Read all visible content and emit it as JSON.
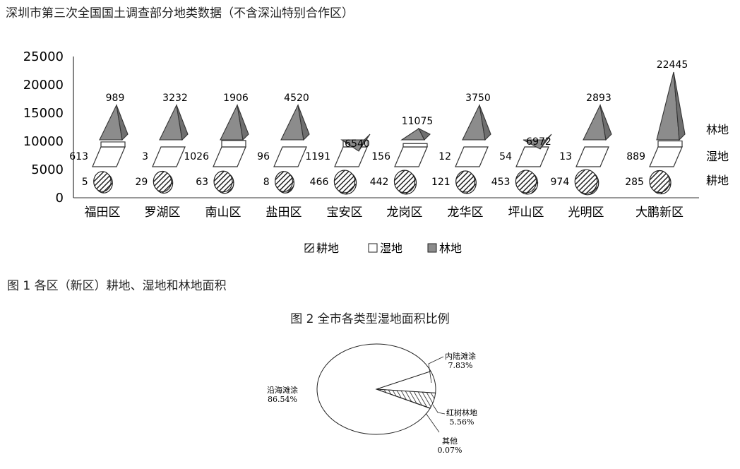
{
  "page": {
    "title": "深圳市第三次全国国土调查部分地类数据（不含深汕特别合作区）",
    "fig1_caption": "图 1  各区（新区）耕地、湿地和林地面积",
    "fig2_caption": "图 2 全市各类型湿地面积比例"
  },
  "colors": {
    "forest": "#8c8c8c",
    "wetland": "#ffffff",
    "cropland": "#222222",
    "stroke": "#333333"
  },
  "chart_data": [
    {
      "type": "bar",
      "title": "",
      "ylim": [
        0,
        25000
      ],
      "yticks": [
        "0",
        "5000",
        "10000",
        "15000",
        "20000",
        "25000"
      ],
      "categories": [
        "福田区",
        "罗湖区",
        "南山区",
        "盐田区",
        "宝安区",
        "龙岗区",
        "龙华区",
        "坪山区",
        "光明区",
        "大鹏新区"
      ],
      "row_labels": [
        "林地",
        "湿地",
        "耕地"
      ],
      "legend": [
        "耕地",
        "湿地",
        "林地"
      ],
      "legend_position": "bottom",
      "series": [
        {
          "name": "耕地",
          "values": [
            5,
            29,
            63,
            8,
            466,
            442,
            121,
            453,
            974,
            285
          ]
        },
        {
          "name": "湿地",
          "values": [
            613,
            3,
            1026,
            96,
            1191,
            156,
            12,
            54,
            13,
            889
          ]
        },
        {
          "name": "林地",
          "values": [
            989,
            3232,
            1906,
            4520,
            6540,
            11075,
            3750,
            6972,
            2893,
            22445
          ]
        }
      ],
      "value_labels": {
        "耕地": [
          "5",
          "29",
          "63",
          "8",
          "466",
          "442",
          "121",
          "453",
          "974",
          "285"
        ],
        "湿地": [
          "613",
          "3",
          "1026",
          "96",
          "1191",
          "156",
          "12",
          "54",
          "13",
          "889"
        ],
        "林地": [
          "989",
          "3232",
          "1906",
          "4520",
          "6540",
          "11075",
          "3750",
          "6972",
          "2893",
          "22445"
        ]
      }
    },
    {
      "type": "pie",
      "title": "图 2 全市各类型湿地面积比例",
      "categories": [
        "沿海滩涂",
        "内陆滩涂",
        "红树林地",
        "其他"
      ],
      "values": [
        86.54,
        7.83,
        5.56,
        0.07
      ],
      "labels": [
        "86.54%",
        "7.83%",
        "5.56%",
        "0.07%"
      ]
    }
  ]
}
